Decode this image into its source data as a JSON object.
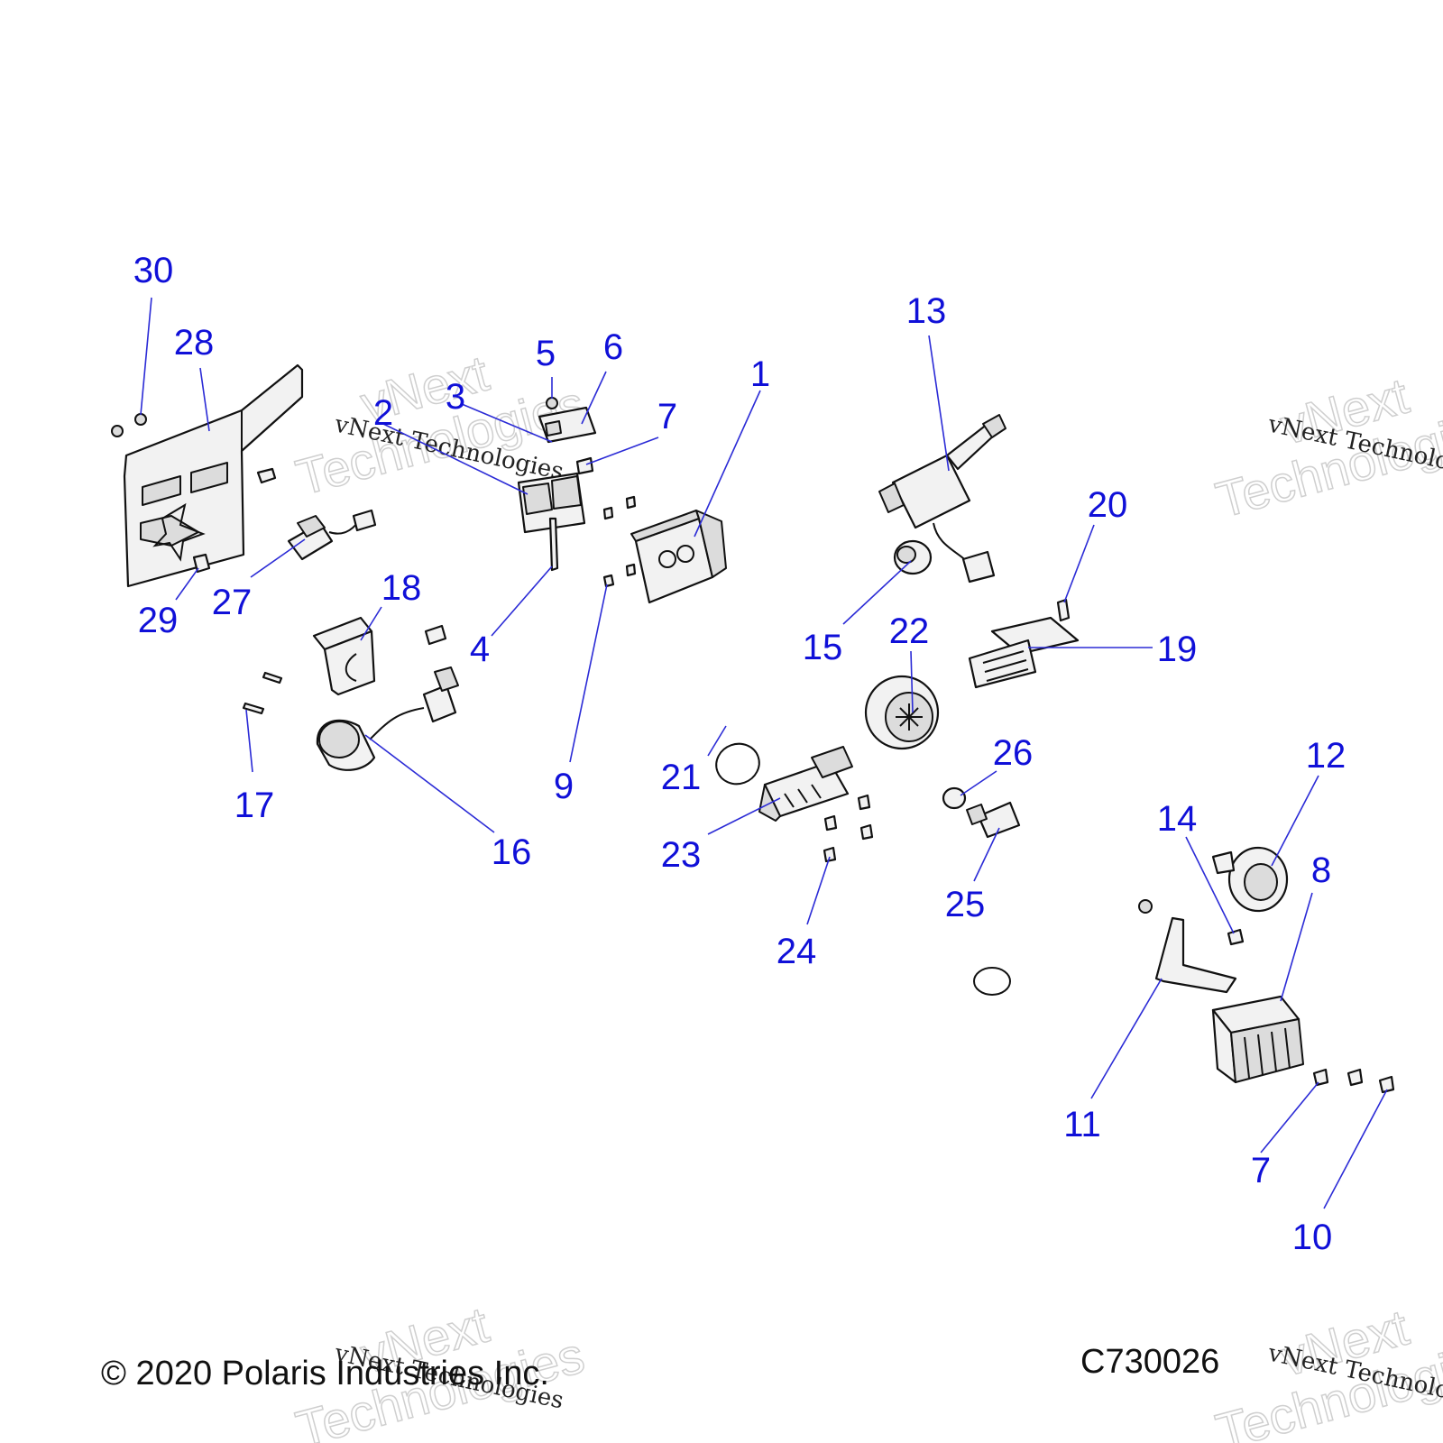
{
  "copyright": "© 2020 Polaris Industries Inc.",
  "figure_id": "C730026",
  "watermark": {
    "line1": "vNext",
    "line2": "Technologies",
    "small": "vNext Technologies"
  },
  "colors": {
    "callout": "#1010d8",
    "leader": "#2b2bd6",
    "outline": "#111111",
    "watermark": "#cfcfcf"
  },
  "callouts": [
    {
      "id": "c1",
      "label": "1"
    },
    {
      "id": "c2",
      "label": "2"
    },
    {
      "id": "c3",
      "label": "3"
    },
    {
      "id": "c4",
      "label": "4"
    },
    {
      "id": "c5",
      "label": "5"
    },
    {
      "id": "c6",
      "label": "6"
    },
    {
      "id": "c7a",
      "label": "7"
    },
    {
      "id": "c7b",
      "label": "7"
    },
    {
      "id": "c8",
      "label": "8"
    },
    {
      "id": "c9",
      "label": "9"
    },
    {
      "id": "c10",
      "label": "10"
    },
    {
      "id": "c11",
      "label": "11"
    },
    {
      "id": "c12",
      "label": "12"
    },
    {
      "id": "c13",
      "label": "13"
    },
    {
      "id": "c14",
      "label": "14"
    },
    {
      "id": "c15",
      "label": "15"
    },
    {
      "id": "c16",
      "label": "16"
    },
    {
      "id": "c17",
      "label": "17"
    },
    {
      "id": "c18",
      "label": "18"
    },
    {
      "id": "c19",
      "label": "19"
    },
    {
      "id": "c20",
      "label": "20"
    },
    {
      "id": "c21",
      "label": "21"
    },
    {
      "id": "c22",
      "label": "22"
    },
    {
      "id": "c23",
      "label": "23"
    },
    {
      "id": "c24",
      "label": "24"
    },
    {
      "id": "c25",
      "label": "25"
    },
    {
      "id": "c26",
      "label": "26"
    },
    {
      "id": "c27",
      "label": "27"
    },
    {
      "id": "c28",
      "label": "28"
    },
    {
      "id": "c29",
      "label": "29"
    },
    {
      "id": "c30",
      "label": "30"
    }
  ]
}
